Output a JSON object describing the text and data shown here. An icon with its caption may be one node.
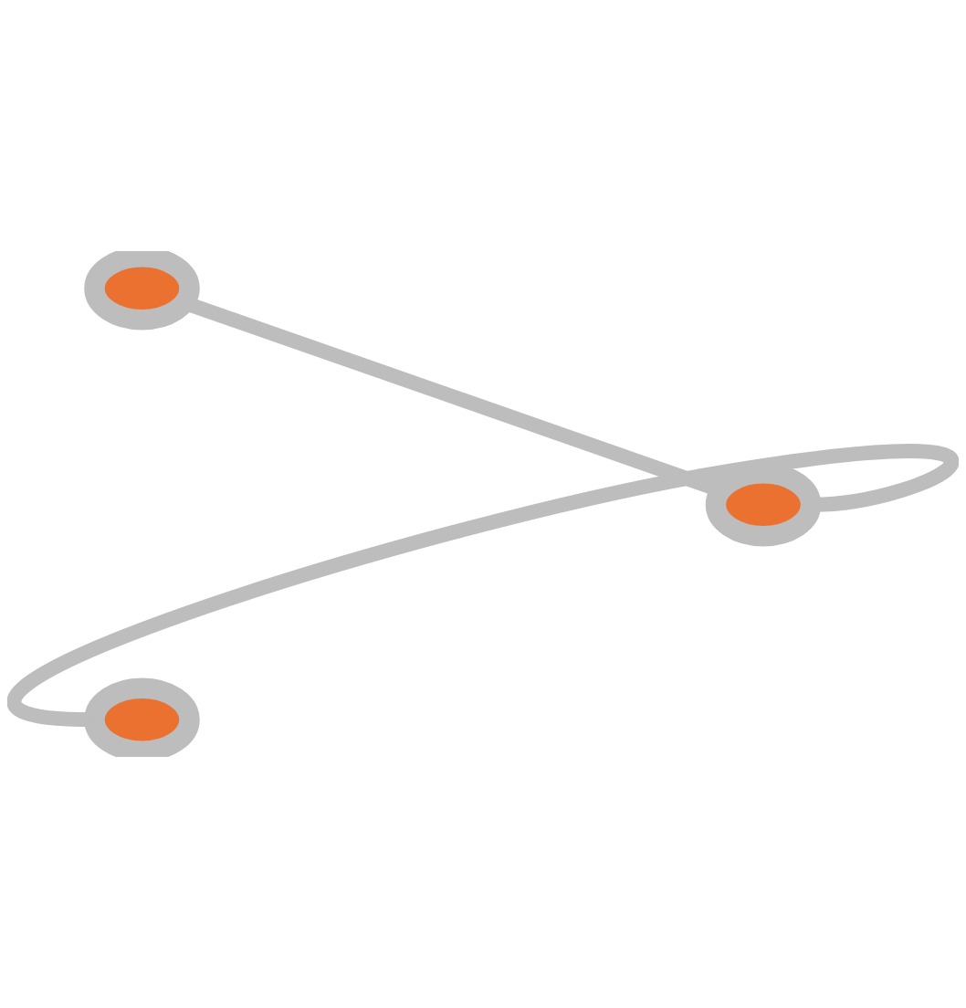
{
  "diagram": {
    "nodes": [
      {
        "text": [],
        "shape": "circle"
      },
      {
        "text": [],
        "shape": "circle"
      },
      {
        "text": [],
        "shape": "circle"
      }
    ],
    "edges": [
      {
        "from": 0,
        "to": 1,
        "arrow": "none"
      },
      {
        "from": 1,
        "to": 2,
        "arrow": "none"
      }
    ]
  }
}
